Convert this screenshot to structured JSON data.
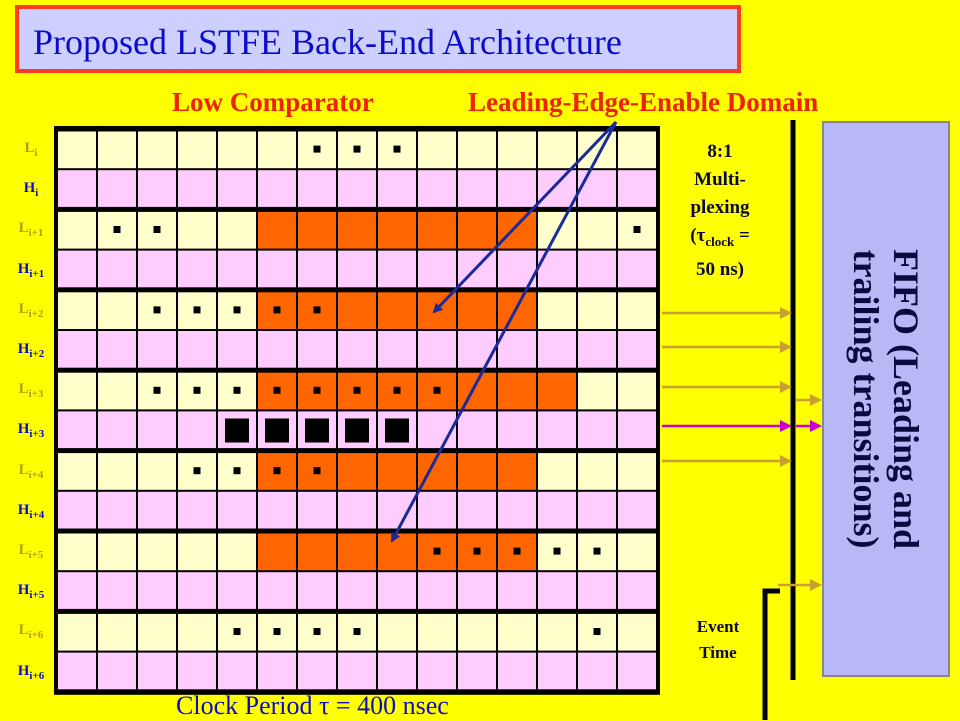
{
  "title": "Proposed LSTFE Back-End Architecture",
  "domain_labels": [
    "Low Comparator",
    "Leading-Edge-Enable Domain"
  ],
  "rows": [
    {
      "base": "L",
      "sub": "i",
      "type": "L"
    },
    {
      "base": "H",
      "sub": "i",
      "type": "H"
    },
    {
      "base": "L",
      "sub": "i+1",
      "type": "L"
    },
    {
      "base": "H",
      "sub": "i+1",
      "type": "H"
    },
    {
      "base": "L",
      "sub": "i+2",
      "type": "L"
    },
    {
      "base": "H",
      "sub": "i+2",
      "type": "H"
    },
    {
      "base": "L",
      "sub": "i+3",
      "type": "L"
    },
    {
      "base": "H",
      "sub": "i+3",
      "type": "H"
    },
    {
      "base": "L",
      "sub": "i+4",
      "type": "L"
    },
    {
      "base": "H",
      "sub": "i+4",
      "type": "H"
    },
    {
      "base": "L",
      "sub": "i+5",
      "type": "L"
    },
    {
      "base": "H",
      "sub": "i+5",
      "type": "H"
    },
    {
      "base": "L",
      "sub": "i+6",
      "type": "L"
    },
    {
      "base": "H",
      "sub": "i+6",
      "type": "H"
    }
  ],
  "grid": {
    "columns": 15,
    "orange": [
      [],
      [],
      [
        5,
        6,
        7,
        8,
        9,
        10,
        11
      ],
      [],
      [
        5,
        6,
        7,
        8,
        9,
        10,
        11
      ],
      [],
      [
        5,
        6,
        7,
        8,
        9,
        10,
        11,
        12
      ],
      [],
      [
        5,
        6,
        7,
        8,
        9,
        10,
        11
      ],
      [],
      [
        5,
        6,
        7,
        8,
        9,
        10,
        11
      ],
      [],
      [],
      []
    ],
    "small_dots": [
      [
        6,
        7,
        8
      ],
      [],
      [
        1,
        2,
        14
      ],
      [],
      [
        2,
        3,
        4,
        5,
        6
      ],
      [],
      [
        2,
        3,
        4,
        5,
        6,
        7,
        8,
        9
      ],
      [],
      [
        3,
        4,
        5,
        6
      ],
      [],
      [
        9,
        10,
        11,
        12,
        13
      ],
      [],
      [
        4,
        5,
        6,
        7,
        13
      ],
      []
    ],
    "big_dots": [
      [],
      [],
      [],
      [],
      [],
      [],
      [],
      [
        4,
        5,
        6,
        7,
        8
      ],
      [],
      [],
      [],
      [],
      [],
      []
    ]
  },
  "multiplexing": {
    "line1": "8:1",
    "line2": "Multi-",
    "line3": "plexing",
    "line4_prefix": "(τ",
    "line4_sub": "clock",
    "line4_suffix": " =",
    "line5": "50 ns)"
  },
  "fifo": {
    "line1": "FIFO (Leading and",
    "line2": "trailing transitions)"
  },
  "event_time": {
    "line1": "Event",
    "line2": "Time"
  },
  "clock_label": "Clock Period τ = 400 nsec",
  "colors": {
    "background": "#ffff00",
    "cell_light": "#ffffcc",
    "cell_pink": "#ffccff",
    "cell_orange": "#ff6600",
    "arrow_blue": "#1a2a9a",
    "line_gold": "#c8a030",
    "line_magenta": "#cc00cc"
  }
}
